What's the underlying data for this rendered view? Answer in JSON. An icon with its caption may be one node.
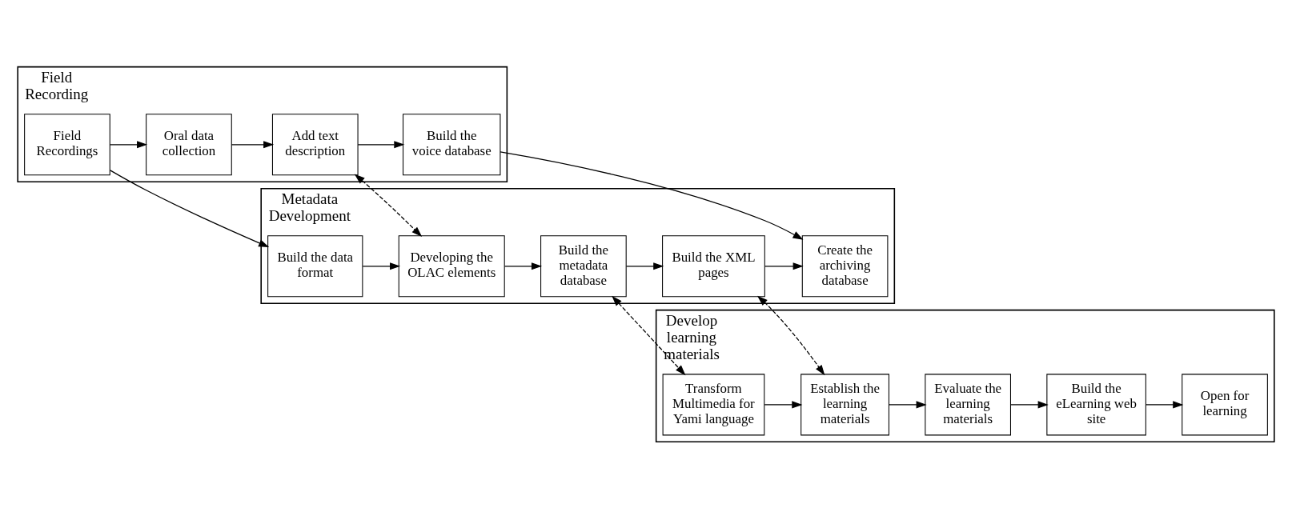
{
  "diagram": {
    "nodes": [
      {
        "text": [
          "Field Recording"
        ]
      },
      {
        "text": [
          "Field Recordings"
        ],
        "in": 0
      },
      {
        "text": [
          "Oral data collection"
        ],
        "in": 0
      },
      {
        "text": [
          "Add text description"
        ],
        "in": 0
      },
      {
        "text": [
          "Build the voice database"
        ],
        "in": 0
      },
      {
        "text": [
          "Metadata Development"
        ]
      },
      {
        "text": [
          "Build the data format"
        ],
        "in": 5
      },
      {
        "text": [
          "Developing the OLAC elements"
        ],
        "in": 5
      },
      {
        "text": [
          "Build the metadata database"
        ],
        "in": 5
      },
      {
        "text": [
          "Build the XML pages"
        ],
        "in": 5
      },
      {
        "text": [
          "Create the archiving database"
        ],
        "in": 5
      },
      {
        "text": [
          "Develop learning materials"
        ]
      },
      {
        "text": [
          "Transform Multimedia for Yami language"
        ],
        "in": 11
      },
      {
        "text": [
          "Establish the learning materials"
        ],
        "in": 11
      },
      {
        "text": [
          "Evaluate the learning materials"
        ],
        "in": 11
      },
      {
        "text": [
          "Build the eLearning web site"
        ],
        "in": 11
      },
      {
        "text": [
          "Open for learning"
        ],
        "in": 11
      }
    ],
    "edges": [
      {
        "from": 1,
        "to": 2,
        "arrow": "to"
      },
      {
        "from": 2,
        "to": 3,
        "arrow": "to"
      },
      {
        "from": 3,
        "to": 4,
        "arrow": "to"
      },
      {
        "from": 1,
        "to": 6,
        "arrow": "to"
      },
      {
        "from": 4,
        "to": 10,
        "arrow": "to"
      },
      {
        "from": 3,
        "to": 7,
        "arrow": "both",
        "style": "dashed"
      },
      {
        "from": 6,
        "to": 7,
        "arrow": "to"
      },
      {
        "from": 7,
        "to": 8,
        "arrow": "to"
      },
      {
        "from": 8,
        "to": 9,
        "arrow": "to"
      },
      {
        "from": 9,
        "to": 10,
        "arrow": "to"
      },
      {
        "from": 8,
        "to": 12,
        "arrow": "both",
        "style": "dashed"
      },
      {
        "from": 9,
        "to": 13,
        "arrow": "both",
        "style": "dashed"
      },
      {
        "from": 12,
        "to": 13,
        "arrow": "to"
      },
      {
        "from": 13,
        "to": 14,
        "arrow": "to"
      },
      {
        "from": 14,
        "to": 15,
        "arrow": "to"
      },
      {
        "from": 15,
        "to": 16,
        "arrow": "to"
      }
    ]
  }
}
